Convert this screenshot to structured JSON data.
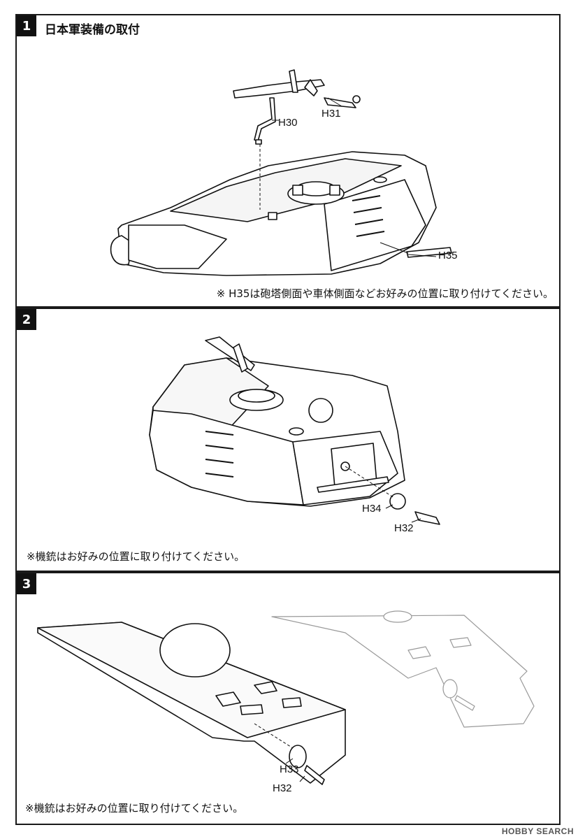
{
  "steps": [
    {
      "number": "1",
      "title": "日本軍装備の取付",
      "note": "※ H35は砲塔側面や車体側面などお好みの位置に取り付けてください。",
      "parts": [
        "H30",
        "H31",
        "H35"
      ]
    },
    {
      "number": "2",
      "note": "※機銃はお好みの位置に取り付けてください。",
      "parts": [
        "H34",
        "H32"
      ]
    },
    {
      "number": "3",
      "note": "※機銃はお好みの位置に取り付けてください。",
      "parts": [
        "H33",
        "H32"
      ]
    }
  ],
  "watermark": "HOBBY SEARCH"
}
